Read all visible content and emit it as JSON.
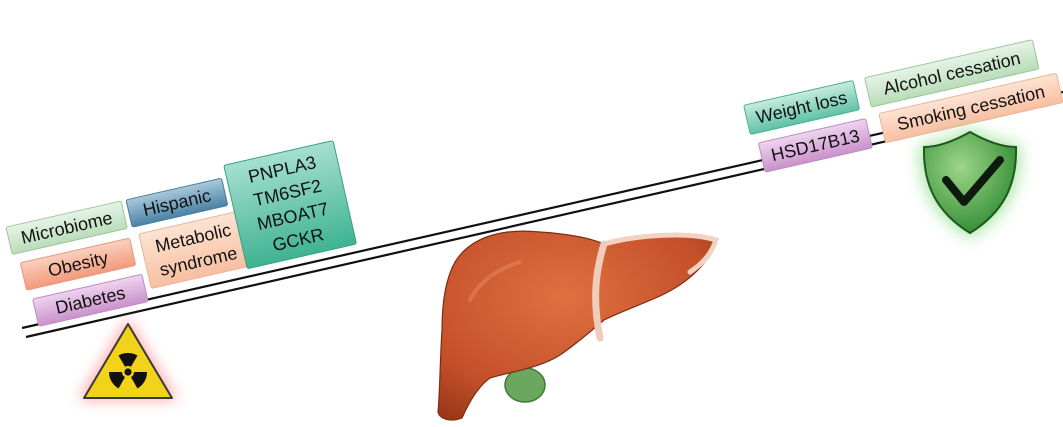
{
  "risk_factors": {
    "microbiome": "Microbiome",
    "obesity": "Obesity",
    "diabetes": "Diabetes",
    "hispanic": "Hispanic",
    "metabolic_line1": "Metabolic",
    "metabolic_line2": "syndrome",
    "genes": [
      "PNPLA3",
      "TM6SF2",
      "MBOAT7",
      "GCKR"
    ]
  },
  "protective_factors": {
    "weight_loss": "Weight loss",
    "alcohol_cessation": "Alcohol cessation",
    "hsd17b13": "HSD17B13",
    "smoking_cessation": "Smoking cessation"
  },
  "icons": {
    "risk": "radiation-hazard-icon",
    "protective": "shield-check-icon",
    "center": "liver-icon"
  },
  "colors": {
    "green_box": "#cfe8cf",
    "orange_box": "#f6b49c",
    "purple_box": "#dcb3dd",
    "blue_box": "#5b8fae",
    "peach_box": "#fad0b8",
    "teal_box": "#5fc4a8",
    "liver": "#c8522a",
    "hazard_yellow": "#f3d21a",
    "shield_green": "#3f9a3a"
  }
}
